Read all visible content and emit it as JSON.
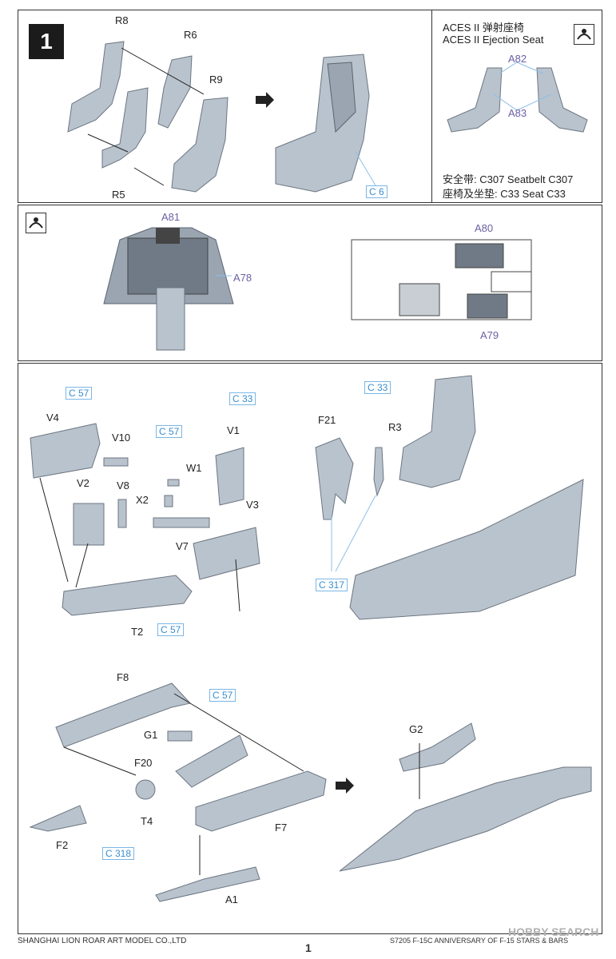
{
  "step": "1",
  "seat_box": {
    "title_cn": "ACES II 弹射座椅",
    "title_en": "ACES II Ejection Seat",
    "parts": [
      "A82",
      "A83"
    ],
    "seatbelt": "安全带: C307 Seatbelt C307",
    "seat": "座椅及坐垫: C33 Seat C33"
  },
  "seat_parts": [
    "R8",
    "R6",
    "R9",
    "R5"
  ],
  "seat_cref": "C 6",
  "panel_parts": [
    "A81",
    "A78",
    "A80",
    "A79"
  ],
  "tub_parts": {
    "labels": [
      "V4",
      "V10",
      "V1",
      "V2",
      "V8",
      "W1",
      "X2",
      "V3",
      "V7",
      "T2"
    ],
    "crefs": [
      "C 57",
      "C 33",
      "C 57",
      "C 57"
    ]
  },
  "cockpit_parts": {
    "labels": [
      "F21",
      "R3"
    ],
    "crefs": [
      "C 33",
      "C 317"
    ]
  },
  "nose_parts": {
    "labels": [
      "F8",
      "G1",
      "F20",
      "T4",
      "F2",
      "F7",
      "A1",
      "G2"
    ],
    "crefs": [
      "C 57",
      "C 318"
    ]
  },
  "footer": {
    "company": "SHANGHAI LION ROAR ART MODEL CO.,LTD",
    "page": "1",
    "product": "S7205 F-15C ANNIVERSARY OF F-15 STARS & BARS"
  },
  "watermark": "HOBBY SEARCH",
  "icons": [
    "paint-icon"
  ]
}
